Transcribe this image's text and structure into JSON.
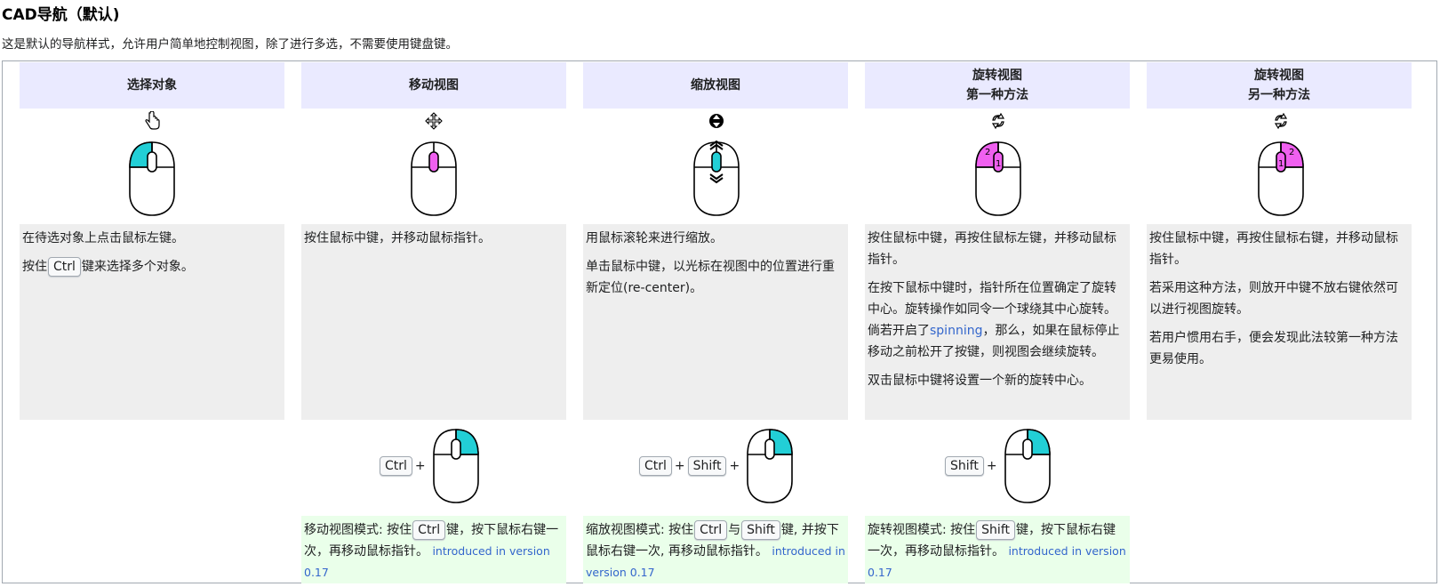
{
  "page": {
    "title": "CAD导航（默认)",
    "intro": "这是默认的导航样式，允许用户简单地控制视图，除了进行多选，不需要使用键盘键。"
  },
  "columns": [
    {
      "head_line1": "选择对象",
      "head_line2": "",
      "icon": "hand-pointer-icon"
    },
    {
      "head_line1": "移动视图",
      "head_line2": "",
      "icon": "move-arrows-icon"
    },
    {
      "head_line1": "缩放视图",
      "head_line2": "",
      "icon": "zoom-updown-icon"
    },
    {
      "head_line1": "旋转视图",
      "head_line2": "第一种方法",
      "icon": "rotate-icon"
    },
    {
      "head_line1": "旋转视图",
      "head_line2": "另一种方法",
      "icon": "rotate-icon"
    }
  ],
  "desc": {
    "select": {
      "p1": "在待选对象上点击鼠标左键。",
      "p2_pre": "按住",
      "p2_key": "Ctrl",
      "p2_post": "键来选择多个对象。"
    },
    "pan": {
      "p1": "按住鼠标中键，并移动鼠标指针。"
    },
    "zoom": {
      "p1": "用鼠标滚轮来进行缩放。",
      "p2": "单击鼠标中键，以光标在视图中的位置进行重新定位(re-center)。"
    },
    "rotate1": {
      "p1": "按住鼠标中键，再按住鼠标左键，并移动鼠标指针。",
      "p2_pre": "在按下鼠标中键时，指针所在位置确定了旋转中心。旋转操作如同令一个球绕其中心旋转。倘若开启了",
      "p2_link": "spinning",
      "p2_post": "，那么，如果在鼠标停止移动之前松开了按键，则视图会继续旋转。",
      "p3": "双击鼠标中键将设置一个新的旋转中心。"
    },
    "rotate2": {
      "p1": "按住鼠标中键，再按住鼠标右键，并移动鼠标指针。",
      "p2": "若采用这种方法，则放开中键不放右键依然可以进行视图旋转。",
      "p3": "若用户惯用右手，便会发现此法较第一种方法更易使用。"
    }
  },
  "combos": {
    "pan": {
      "keys": [
        "Ctrl"
      ],
      "plus": "+"
    },
    "zoom": {
      "keys": [
        "Ctrl",
        "Shift"
      ],
      "plus": "+"
    },
    "rotate": {
      "keys": [
        "Shift"
      ],
      "plus": "+"
    }
  },
  "modes": {
    "pan": {
      "pre": "移动视图模式: 按住",
      "key": "Ctrl",
      "post": "键，按下鼠标右键一次，再移动鼠标指针。",
      "note": "introduced in version 0.17"
    },
    "zoom": {
      "pre": "缩放视图模式: 按住",
      "key1": "Ctrl",
      "mid": "与",
      "key2": "Shift",
      "post": "键, 并按下鼠标右键一次, 再移动鼠标指针。",
      "note": "introduced in version 0.17"
    },
    "rotate": {
      "pre": "旋转视图模式: 按住",
      "key": "Shift",
      "post": "键，按下鼠标右键一次，再移动鼠标指针。",
      "note": "introduced in version 0.17"
    }
  },
  "colors": {
    "left_button": "#22cfd6",
    "middle_button": "#f060f0",
    "header_bg": "#eaeaff",
    "desc_bg": "#eeeeee",
    "mode_bg": "#eaffea",
    "link": "#3366cc"
  }
}
